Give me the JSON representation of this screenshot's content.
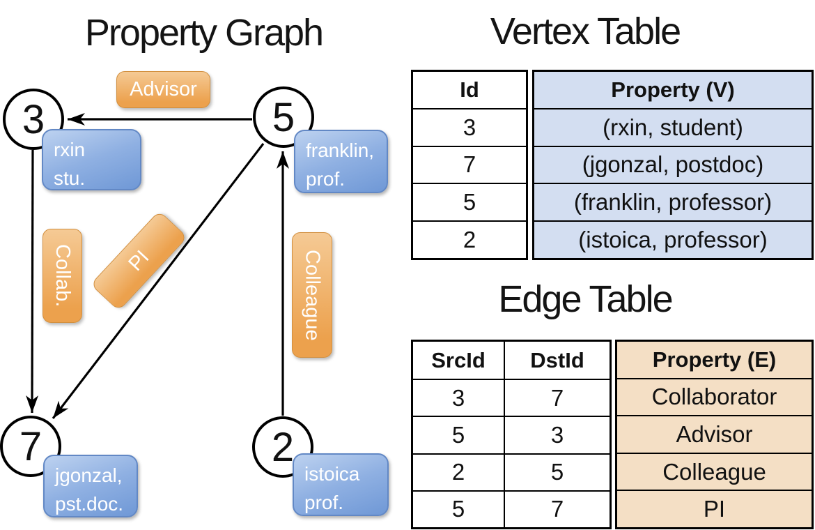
{
  "graph": {
    "title": "Property Graph",
    "nodes": [
      {
        "id": "3"
      },
      {
        "id": "5"
      },
      {
        "id": "7"
      },
      {
        "id": "2"
      }
    ],
    "cards": [
      {
        "line1": "rxin",
        "line2": "stu."
      },
      {
        "line1": "franklin,",
        "line2": "prof."
      },
      {
        "line1": "jgonzal,",
        "line2": "pst.doc."
      },
      {
        "line1": "istoica",
        "line2": "prof."
      }
    ],
    "edge_labels": [
      {
        "text": "Advisor"
      },
      {
        "text": "Collab."
      },
      {
        "text": "PI"
      },
      {
        "text": "Colleague"
      }
    ]
  },
  "vertex_table": {
    "title": "Vertex Table",
    "id_header": "Id",
    "property_header": "Property (V)",
    "rows": [
      {
        "id": "3",
        "property": "(rxin, student)"
      },
      {
        "id": "7",
        "property": "(jgonzal, postdoc)"
      },
      {
        "id": "5",
        "property": "(franklin, professor)"
      },
      {
        "id": "2",
        "property": "(istoica, professor)"
      }
    ]
  },
  "edge_table": {
    "title": "Edge Table",
    "src_header": "SrcId",
    "dst_header": "DstId",
    "property_header": "Property (E)",
    "rows": [
      {
        "src": "3",
        "dst": "7",
        "property": "Collaborator"
      },
      {
        "src": "5",
        "dst": "3",
        "property": "Advisor"
      },
      {
        "src": "2",
        "dst": "5",
        "property": "Colleague"
      },
      {
        "src": "5",
        "dst": "7",
        "property": "PI"
      }
    ]
  },
  "colors": {
    "edge_label_orange": "#eca14d",
    "vertex_card_blue": "#7b9fd8",
    "vertex_table_fill": "#d3def1",
    "edge_table_fill": "#f4dfc5",
    "line_black": "#000000"
  }
}
